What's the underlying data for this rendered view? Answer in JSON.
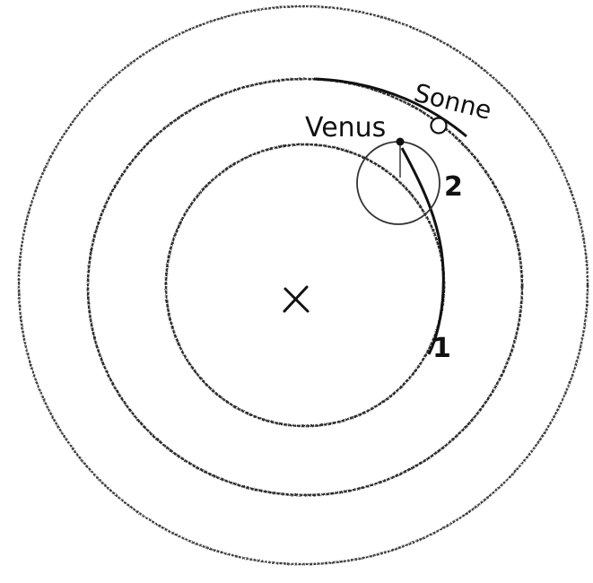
{
  "diagram": {
    "labels": {
      "sonne": "Sonne",
      "venus": "Venus",
      "epicycle_number": "2",
      "deferent_number": "1",
      "center_mark": "X"
    },
    "colors": {
      "ink": "#111111",
      "pencil": "#3a3a3a",
      "background": "#ffffff"
    }
  }
}
